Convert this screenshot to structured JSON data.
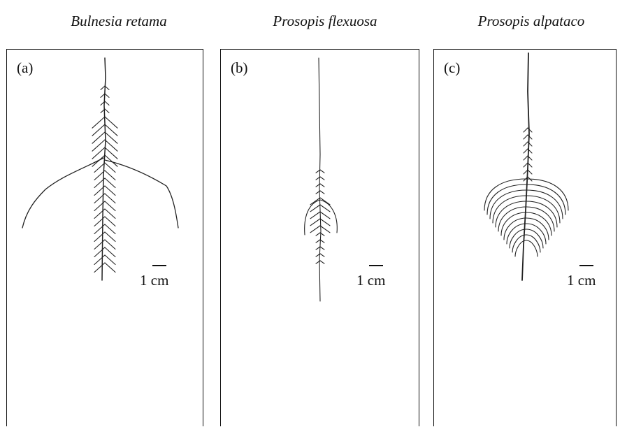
{
  "species": [
    "Bulnesia retama",
    "Prosopis flexuosa",
    "Prosopis alpataco"
  ],
  "panels": [
    {
      "label": "(a)",
      "scale_label": "1 cm"
    },
    {
      "label": "(b)",
      "scale_label": "1 cm"
    },
    {
      "label": "(c)",
      "scale_label": "1 cm"
    }
  ]
}
